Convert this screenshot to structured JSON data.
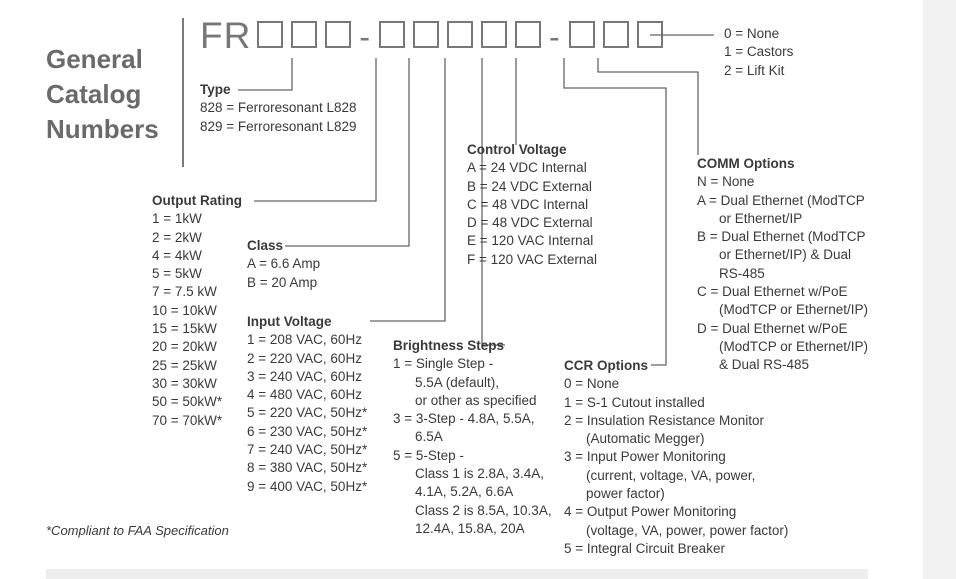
{
  "title": [
    "General",
    "Catalog",
    "Numbers"
  ],
  "code_prefix": "FR",
  "code_separator": "-",
  "mounting": {
    "items": [
      "0 = None",
      "1 = Castors",
      "2 = Lift Kit"
    ]
  },
  "type": {
    "heading": "Type",
    "items": [
      "828 = Ferroresonant L828",
      "829 = Ferroresonant L829"
    ]
  },
  "output_rating": {
    "heading": "Output Rating",
    "items": [
      "1 = 1kW",
      "2 = 2kW",
      "4 = 4kW",
      "5 = 5kW",
      "7 = 7.5 kW",
      "10 = 10kW",
      "15 = 15kW",
      "20 = 20kW",
      "25 = 25kW",
      "30 = 30kW",
      "50 = 50kW*",
      "70 = 70kW*"
    ]
  },
  "class": {
    "heading": "Class",
    "items": [
      "A = 6.6 Amp",
      "B = 20 Amp"
    ]
  },
  "input_voltage": {
    "heading": "Input Voltage",
    "items": [
      "1 = 208 VAC, 60Hz",
      "2 = 220 VAC, 60Hz",
      "3 = 240 VAC, 60Hz",
      "4 = 480 VAC, 60Hz",
      "5 = 220 VAC, 50Hz*",
      "6 = 230 VAC, 50Hz*",
      "7 = 240 VAC, 50Hz*",
      "8 = 380 VAC, 50Hz*",
      "9 = 400 VAC, 50Hz*"
    ]
  },
  "control_voltage": {
    "heading": "Control Voltage",
    "items": [
      "A = 24 VDC Internal",
      "B = 24 VDC External",
      "C = 48 VDC Internal",
      "D = 48 VDC External",
      "E = 120 VAC Internal",
      "F = 120 VAC External"
    ]
  },
  "brightness_steps": {
    "heading": "Brightness Steps",
    "l1": "1 = Single Step -",
    "l2": "5.5A (default),",
    "l3": "or other as specified",
    "l4": "3 = 3-Step - 4.8A, 5.5A,",
    "l5": "6.5A",
    "l6": "5 = 5-Step -",
    "l7": "Class 1 is 2.8A, 3.4A,",
    "l8": "4.1A, 5.2A, 6.6A",
    "l9": "Class 2 is 8.5A, 10.3A,",
    "l10": "12.4A, 15.8A, 20A"
  },
  "ccr_options": {
    "heading": "CCR Options",
    "l1": "0 = None",
    "l2": "1 = S-1 Cutout installed",
    "l3": "2 = Insulation Resistance Monitor",
    "l4": "(Automatic Megger)",
    "l5": "3 = Input Power Monitoring",
    "l6": "(current, voltage, VA, power,",
    "l7": "power factor)",
    "l8": "4 = Output Power Monitoring",
    "l9": "(voltage, VA, power, power factor)",
    "l10": "5 = Integral Circuit Breaker"
  },
  "comm_options": {
    "heading": "COMM Options",
    "l1": "N = None",
    "l2": "A = Dual Ethernet (ModTCP",
    "l3": "or Ethernet/IP",
    "l4": "B = Dual Ethernet (ModTCP",
    "l5": "or Ethernet/IP) & Dual",
    "l6": "RS-485",
    "l7": "C = Dual Ethernet w/PoE",
    "l8": "(ModTCP or Ethernet/IP)",
    "l9": "D = Dual Ethernet w/PoE",
    "l10": "(ModTCP or Ethernet/IP)",
    "l11": "& Dual RS-485"
  },
  "footnote": "*Compliant to FAA Specification"
}
